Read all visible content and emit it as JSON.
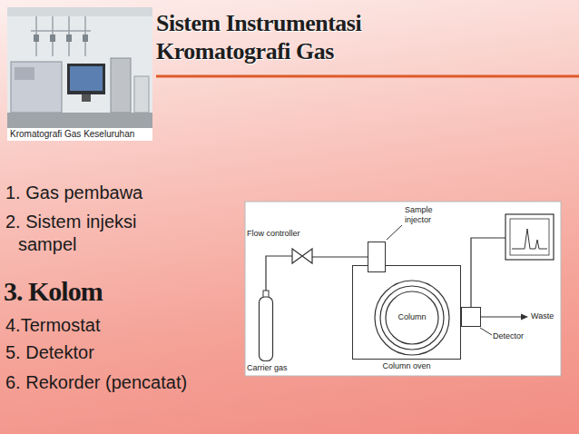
{
  "diagram": {
    "title": "Sistem Instrumentasi Kromatografi Gas",
    "nodes": [
      {
        "text": [
          "Kromatografi Gas Keseluruhan"
        ]
      },
      {
        "text": [
          "Sample injector"
        ]
      },
      {
        "text": [
          "Flow controller"
        ]
      },
      {
        "text": [
          "Column oven"
        ]
      },
      {
        "text": [
          "Column"
        ],
        "in": 3
      },
      {
        "text": [
          "Detector"
        ]
      },
      {
        "text": [
          "Carrier gas"
        ]
      }
    ],
    "edges": [
      {
        "from": 6,
        "to": 2,
        "arrow": "none"
      },
      {
        "from": 2,
        "to": 1,
        "arrow": "none"
      },
      {
        "from": 1,
        "to": 4,
        "arrow": "none"
      },
      {
        "from": 4,
        "to": 5,
        "arrow": "none"
      }
    ],
    "labels": [
      "1. Gas pembawa",
      "2. Sistem injeksi sampel",
      "3. Kolom",
      "4.Termostat",
      "5. Detektor",
      "6. Rekorder (pencatat)",
      "Waste"
    ]
  }
}
